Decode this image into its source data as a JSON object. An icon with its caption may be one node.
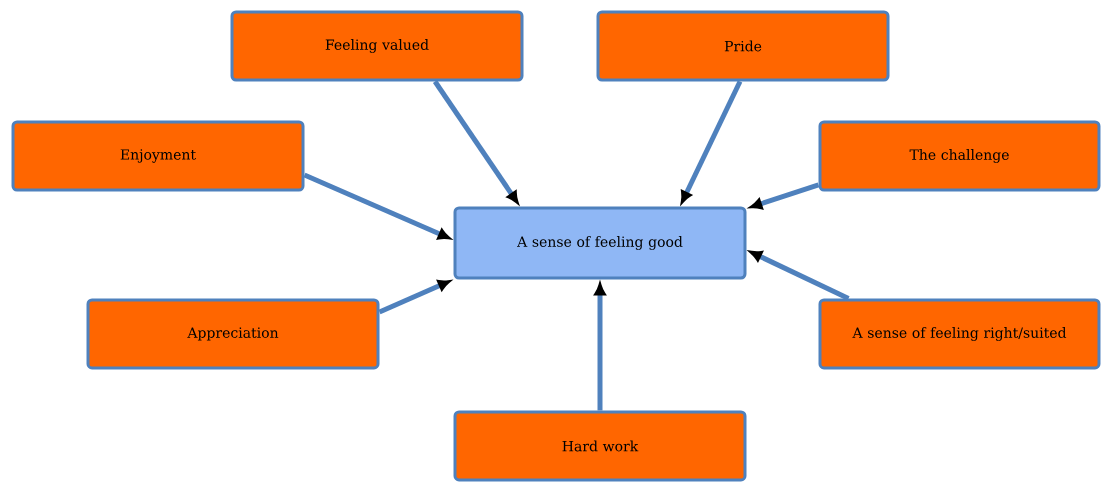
{
  "diagram": {
    "nodes": [
      {
        "text": [
          "A sense of feeling good"
        ]
      },
      {
        "text": [
          "Feeling valued"
        ]
      },
      {
        "text": [
          "Pride"
        ]
      },
      {
        "text": [
          "Enjoyment"
        ]
      },
      {
        "text": [
          "The challenge"
        ]
      },
      {
        "text": [
          "Appreciation"
        ]
      },
      {
        "text": [
          "A sense of feeling right/suited"
        ]
      },
      {
        "text": [
          "Hard work"
        ]
      }
    ],
    "edges": [
      {
        "from": 1,
        "to": 0,
        "arrow": "to"
      },
      {
        "from": 2,
        "to": 0,
        "arrow": "to"
      },
      {
        "from": 3,
        "to": 0,
        "arrow": "to"
      },
      {
        "from": 4,
        "to": 0,
        "arrow": "to"
      },
      {
        "from": 5,
        "to": 0,
        "arrow": "to"
      },
      {
        "from": 6,
        "to": 0,
        "arrow": "to"
      },
      {
        "from": 7,
        "to": 0,
        "arrow": "to"
      }
    ]
  }
}
